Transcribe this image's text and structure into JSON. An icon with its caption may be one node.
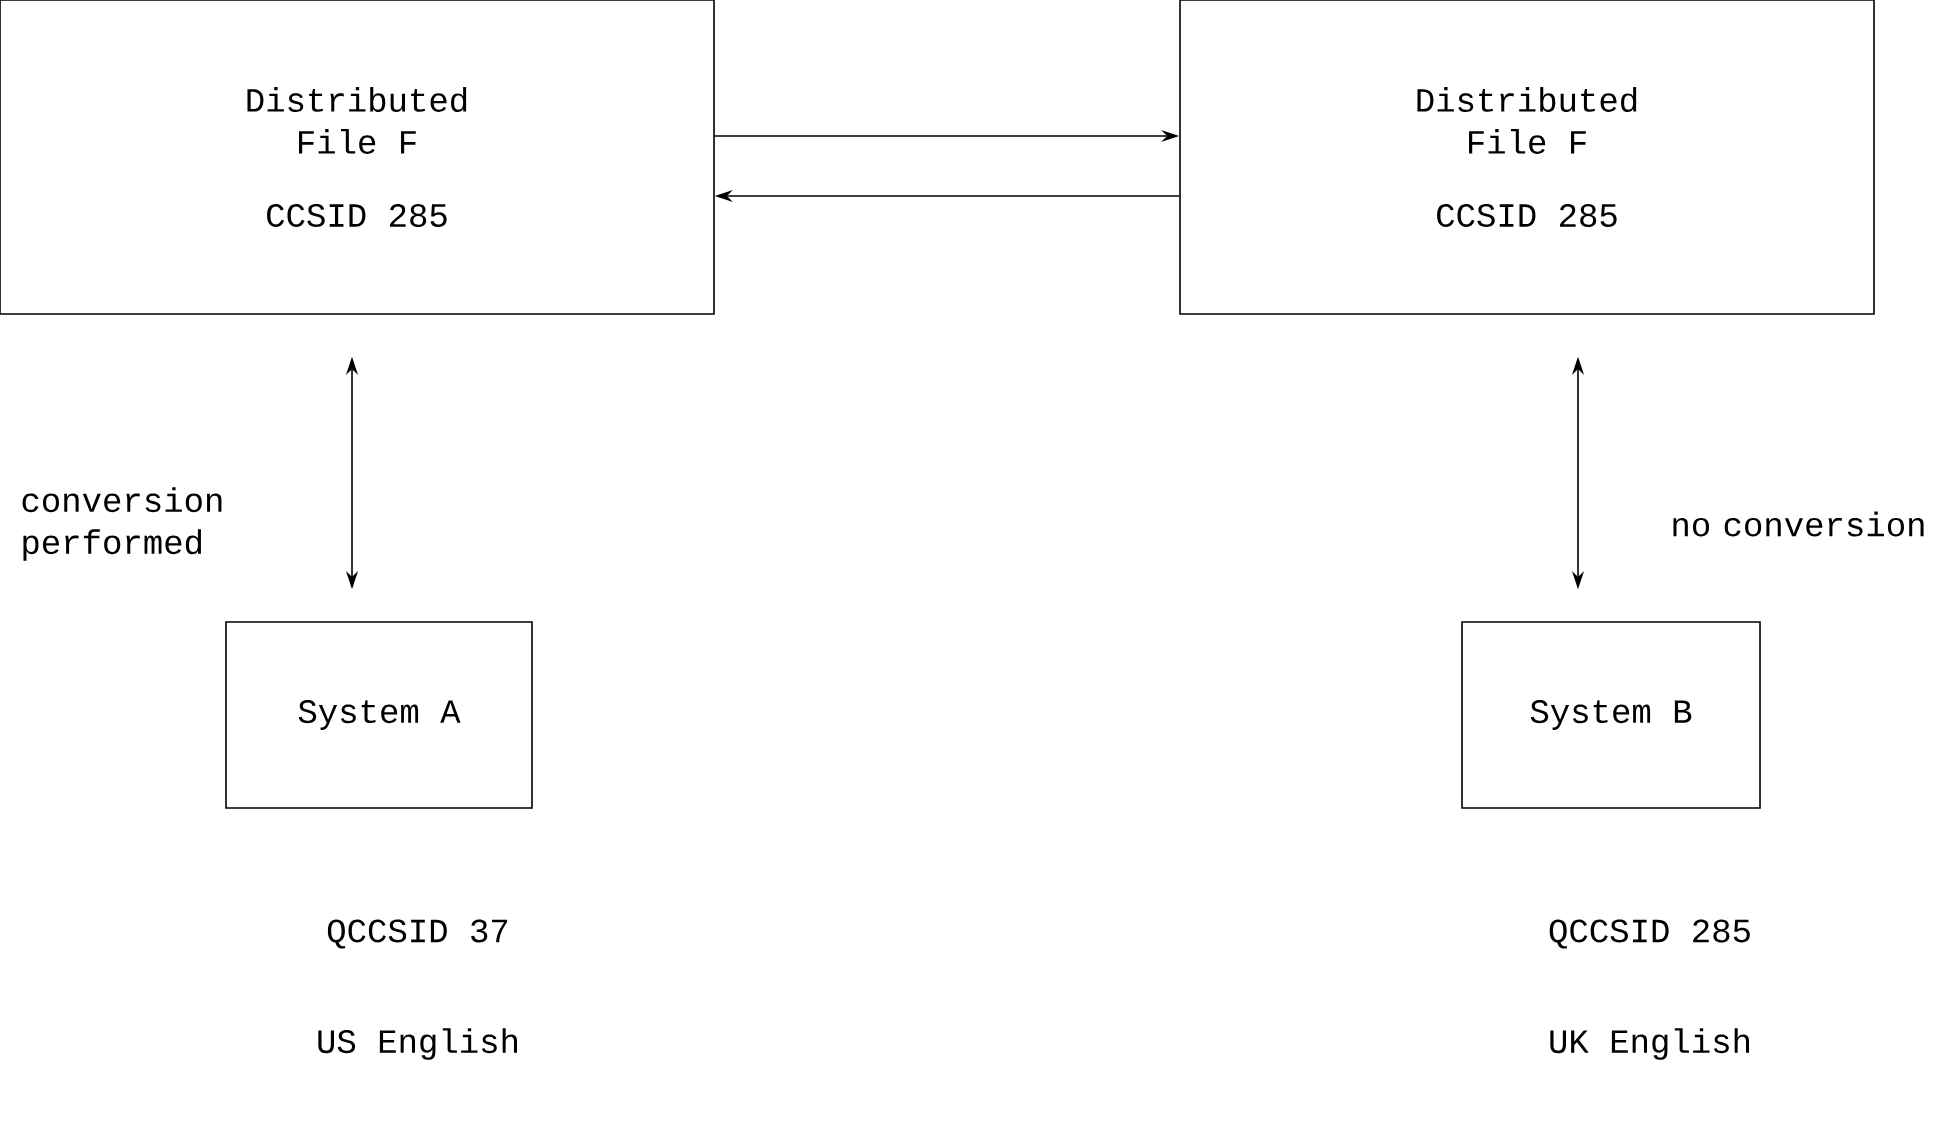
{
  "diagram": {
    "nodes": [
      {
        "text": [
          "Distributed File F",
          "CCSID 285"
        ]
      },
      {
        "text": [
          "Distributed File F",
          "CCSID 285"
        ]
      },
      {
        "text": [
          "System A"
        ],
        "beside": [
          "QCCSID 37",
          "US English"
        ]
      },
      {
        "text": [
          "System B"
        ],
        "beside": [
          "QCCSID 285",
          "UK English"
        ]
      }
    ],
    "edges": [
      {
        "from": 0,
        "to": 1,
        "arrow": "to"
      },
      {
        "from": 1,
        "to": 0,
        "arrow": "to"
      },
      {
        "from": 0,
        "to": 2,
        "arrow": "both",
        "label": "conversion performed"
      },
      {
        "from": 1,
        "to": 3,
        "arrow": "both",
        "label": "no conversion"
      }
    ]
  }
}
